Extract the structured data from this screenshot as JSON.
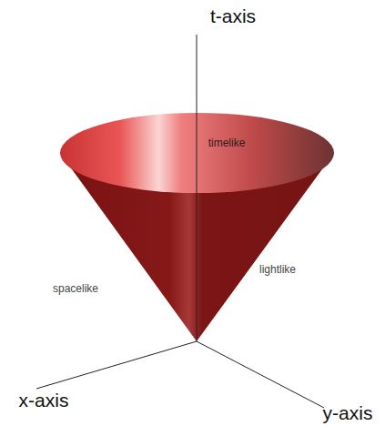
{
  "diagram": {
    "labels": [
      "t-axis",
      "timelike",
      "lightlike",
      "spacelike",
      "x-axis",
      "y-axis"
    ]
  }
}
